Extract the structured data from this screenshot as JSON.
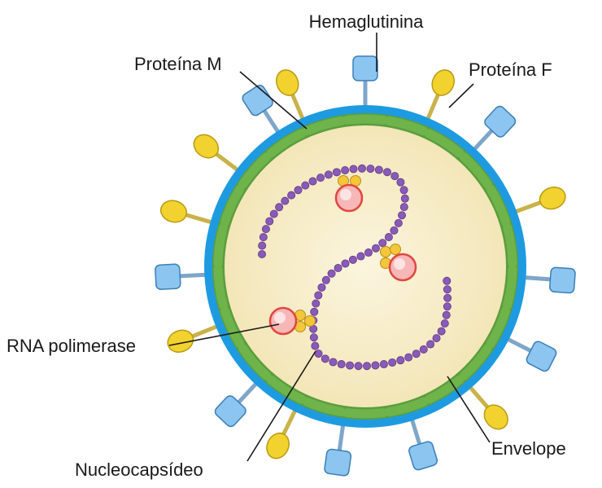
{
  "labels": {
    "hemaglutinina": "Hemaglutinina",
    "proteina_m": "Proteína M",
    "proteina_f": "Proteína F",
    "rna_polimerase": "RNA polimerase",
    "envelope": "Envelope",
    "nucleocapsideo": "Nucleocapsídeo"
  },
  "colors": {
    "envelope": "#1e9be0",
    "matrix": "#5a9e3c",
    "matrix_light": "#6fb34b",
    "interior": "#f3e6b8",
    "interior_center": "#fbf5de",
    "hemagglutinin": "#8cc5ef",
    "hemagglutinin_stroke": "#3b7fb8",
    "f_protein": "#f2d22e",
    "f_protein_stroke": "#b89b12",
    "nucleocapsid": "#8a5ab8",
    "polymerase": "#f7b7b7",
    "polymerase_stroke": "#e0473f",
    "polymerase_sub": "#f4c63a"
  }
}
